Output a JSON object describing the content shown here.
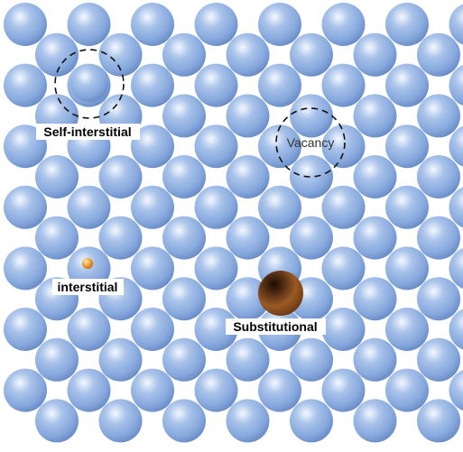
{
  "colors": {
    "atom": "#8fb1e2",
    "atom_highlight": "#eef4ff",
    "atom_shadow": "#5b7fb8",
    "interstitial": "#f39a2a",
    "substitutional": "#8a4a1c",
    "label_bg": "#ffffff",
    "dashed": "#111111"
  },
  "labels": {
    "self_interstitial": "Self-interstitial",
    "vacancy": "Vacancy",
    "interstitial": "interstitial",
    "substitutional": "Substitutional"
  }
}
